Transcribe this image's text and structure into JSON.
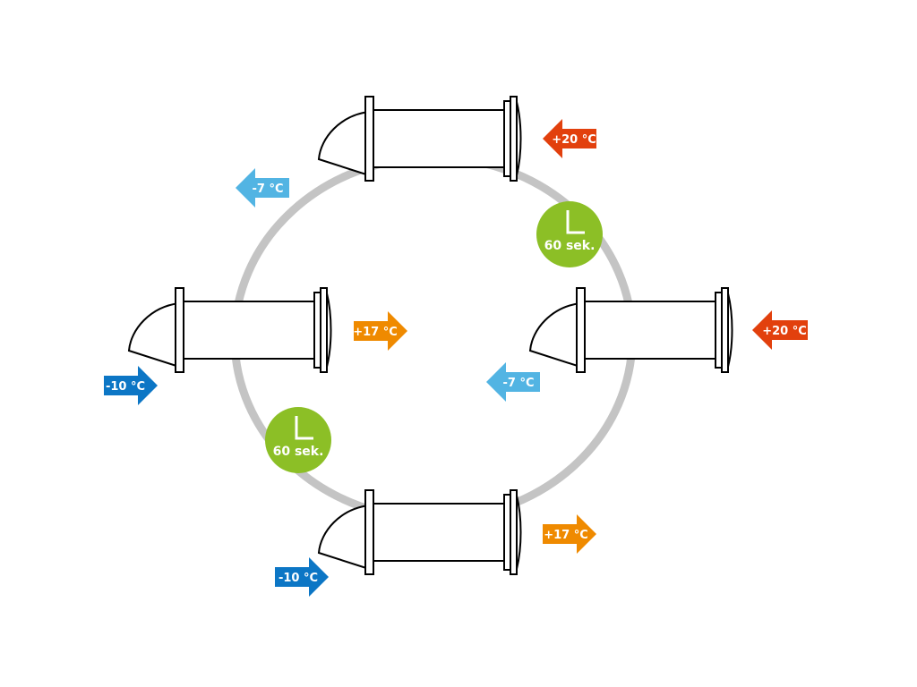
{
  "cycle": {
    "ring_color": "#c4c4c4"
  },
  "colors": {
    "hot": "#e2400d",
    "warm": "#ef8a00",
    "cool": "#52b4e3",
    "cold": "#0c76c5",
    "timer": "#8cbf26"
  },
  "arrows": {
    "top_hot": {
      "label": "+20 °C",
      "direction": "left"
    },
    "top_cool": {
      "label": "-7 °C",
      "direction": "left"
    },
    "right_hot": {
      "label": "+20 °C",
      "direction": "left"
    },
    "right_cool": {
      "label": "-7 °C",
      "direction": "left"
    },
    "left_warm": {
      "label": "+17 °C",
      "direction": "right"
    },
    "left_cold": {
      "label": "-10 °C",
      "direction": "right"
    },
    "bottom_warm": {
      "label": "+17 °C",
      "direction": "right"
    },
    "bottom_cold": {
      "label": "-10 °C",
      "direction": "right"
    }
  },
  "timers": {
    "upper_right": {
      "label": "60 sek.",
      "icon": "clock-hands-icon"
    },
    "lower_left": {
      "label": "60 sek.",
      "icon": "clock-hands-icon"
    }
  },
  "units": [
    {
      "position": "top",
      "icon": "ventilator-unit-icon"
    },
    {
      "position": "left",
      "icon": "ventilator-unit-icon"
    },
    {
      "position": "right",
      "icon": "ventilator-unit-icon"
    },
    {
      "position": "bottom",
      "icon": "ventilator-unit-icon"
    }
  ]
}
